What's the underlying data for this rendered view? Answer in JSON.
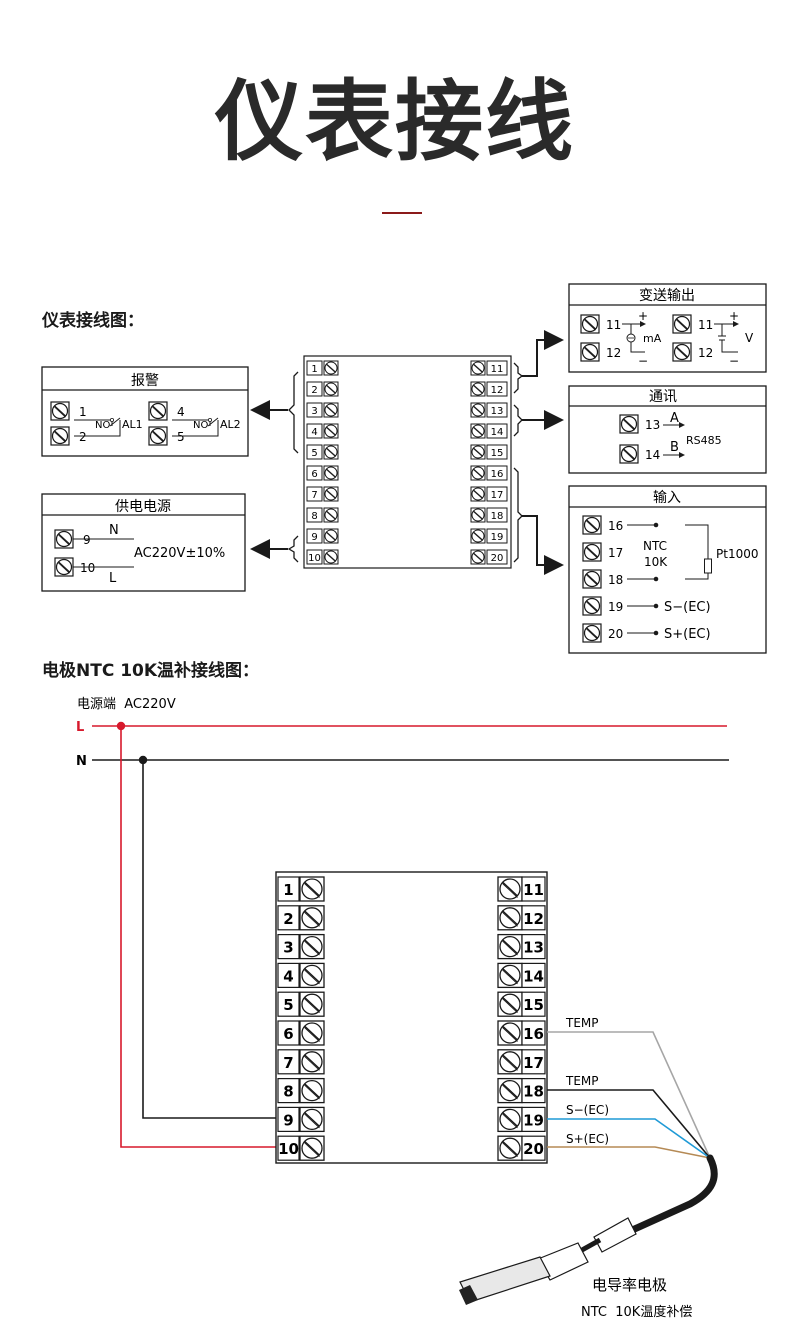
{
  "title": "仪表接线",
  "section1": {
    "heading": "仪表接线图：",
    "terminals_left": [
      "1",
      "2",
      "3",
      "4",
      "5",
      "6",
      "7",
      "8",
      "9",
      "10"
    ],
    "terminals_right": [
      "11",
      "12",
      "13",
      "14",
      "15",
      "16",
      "17",
      "18",
      "19",
      "20"
    ],
    "alarm": {
      "title": "报警",
      "t1": "1",
      "t2": "2",
      "t4": "4",
      "t5": "5",
      "no1": "NO",
      "no2": "NO",
      "al1": "AL1",
      "al2": "AL2"
    },
    "power": {
      "title": "供电电源",
      "t9": "9",
      "t10": "10",
      "n": "N",
      "l": "L",
      "voltage": "AC220V±10%"
    },
    "transmit": {
      "title": "变送输出",
      "t11a": "11",
      "t12a": "12",
      "t11b": "11",
      "t12b": "12",
      "plus_a": "+",
      "minus_a": "−",
      "plus_b": "+",
      "minus_b": "−",
      "ma": "mA",
      "v": "V"
    },
    "comm": {
      "title": "通讯",
      "t13": "13",
      "t14": "14",
      "a": "A",
      "b": "B",
      "proto": "RS485"
    },
    "input": {
      "title": "输入",
      "t16": "16",
      "t17": "17",
      "t18": "18",
      "t19": "19",
      "t20": "20",
      "ntc": "NTC",
      "ntc2": "10K",
      "pt": "Pt1000",
      "sminus": "S−(EC)",
      "splus": "S+(EC)"
    }
  },
  "section2": {
    "heading": "电极NTC 10K温补接线图：",
    "supply": "电源端  AC220V",
    "l": "L",
    "n": "N",
    "temp1": "TEMP",
    "temp2": "TEMP",
    "sminus": "S−(EC)",
    "splus": "S+(EC)",
    "probe_name": "电导率电极",
    "probe_desc": "NTC  10K温度补偿"
  },
  "colors": {
    "line_l": "#d7192c",
    "line_n": "#1a1a1a",
    "temp_gray": "#a6a6a6",
    "ec_blue": "#1f9ad6",
    "ec_brown": "#b58a55",
    "accent": "#8b1a1a"
  }
}
